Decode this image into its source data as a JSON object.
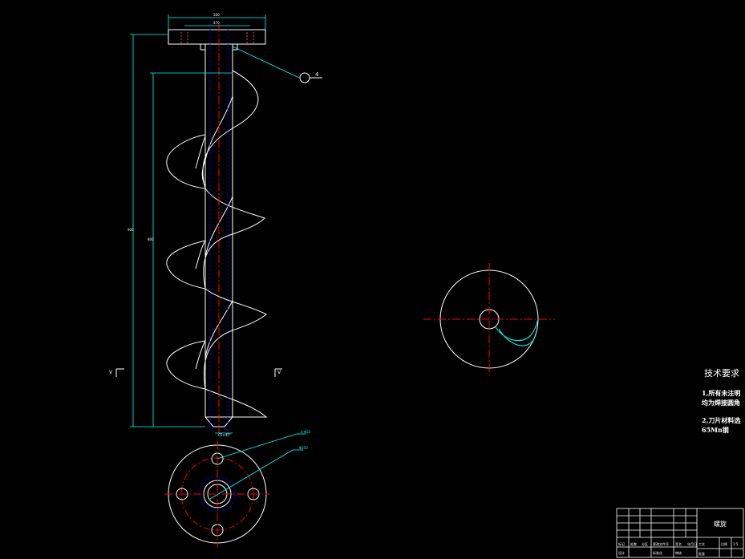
{
  "colors": {
    "background": "#000000",
    "outline": "#ffffff",
    "dimension": "#00ffff",
    "centerline": "#ff0000",
    "hidden": "#0000ff"
  },
  "drawing": {
    "balloon_number": "4",
    "dims": {
      "flange_width": "500",
      "bolt_spacing": "470",
      "overall_length": "900",
      "flight_length": "800",
      "tip_chamfer": "C5×45°",
      "bolt_hole_callout": "4-Φ22",
      "pcd_callout": "Φ250"
    },
    "section_marks": {
      "left": "V",
      "right": "V"
    }
  },
  "notes": {
    "title": "技术要求",
    "items": [
      "1,所有未注明",
      "均为焊接圆角",
      "2,刀片材料选",
      "65Mn钢"
    ]
  },
  "title_block": {
    "part_name": "螺旋",
    "cells": [
      "标记",
      "处数",
      "分区",
      "更改文件号",
      "签名",
      "年月日",
      "设计",
      "标准化",
      "审核",
      "工艺",
      "批准",
      "比例",
      "1:5"
    ]
  }
}
